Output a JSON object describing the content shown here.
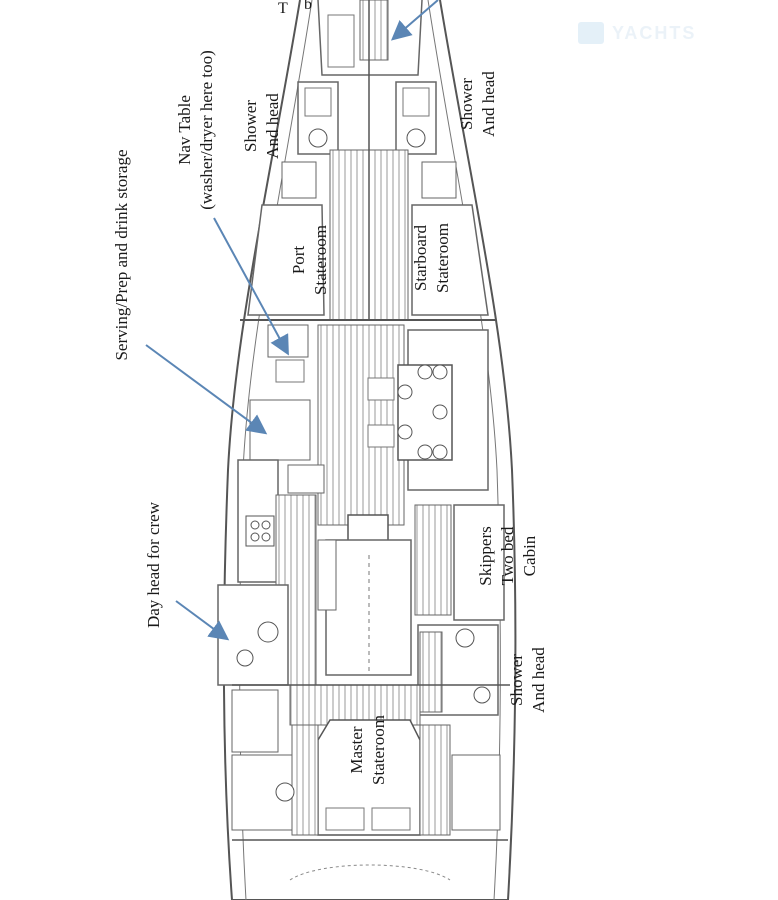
{
  "watermark": "YACHTS",
  "labels": {
    "top_partial_1": "T",
    "top_partial_2": "b",
    "shower_port": [
      "Shower",
      "And head"
    ],
    "shower_stbd": [
      "Shower",
      "And head"
    ],
    "nav_table": [
      "Nav Table",
      "(washer/dryer here too)"
    ],
    "serving": [
      "Serving/Prep and drink storage"
    ],
    "port_stateroom": [
      "Port",
      "Stateroom"
    ],
    "starboard_stateroom": [
      "Starboard",
      "Stateroom"
    ],
    "day_head": [
      "Day head for crew"
    ],
    "skippers": [
      "Skippers",
      "Two bed",
      "Cabin"
    ],
    "shower_aft": [
      "Shower",
      "And head"
    ],
    "master": [
      "Master",
      "Stateroom"
    ]
  },
  "colors": {
    "line": "#555555",
    "arrow": "#5b86b5",
    "floor": "#8a8a8a"
  }
}
